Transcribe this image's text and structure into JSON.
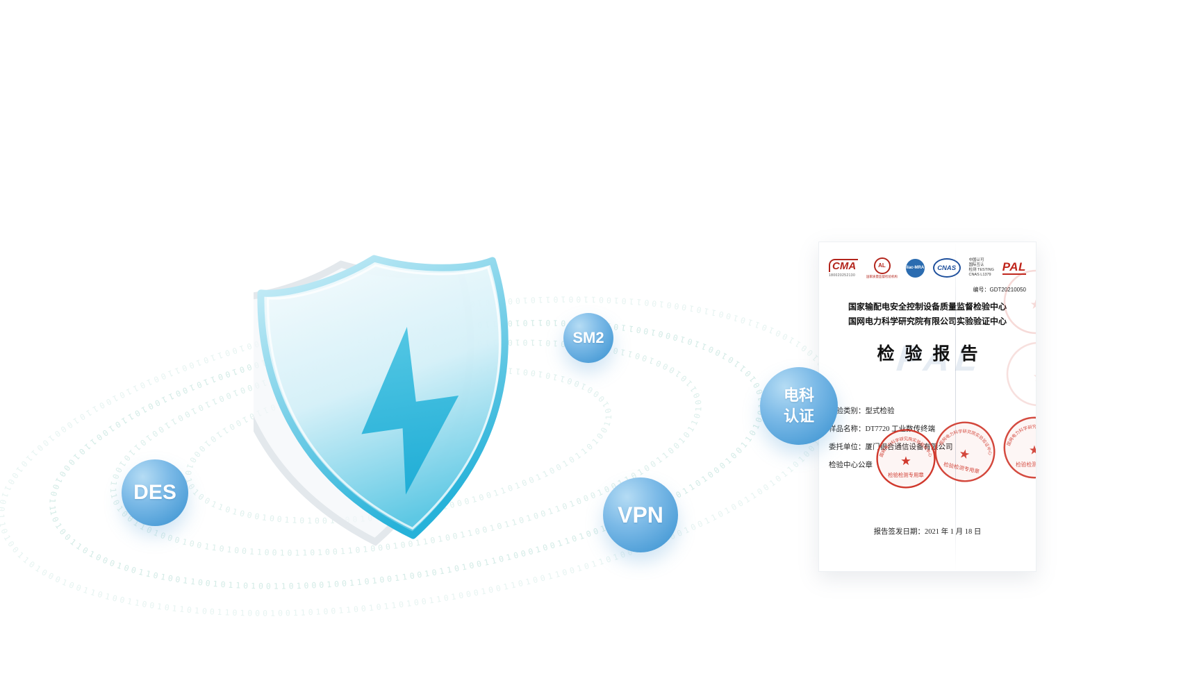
{
  "illustration": {
    "binary_pattern": "1010011010001001101001100101",
    "badges": {
      "sm2": "SM2",
      "des": "DES",
      "vpn": "VPN",
      "dianke_line1": "电科",
      "dianke_line2": "认证"
    },
    "colors": {
      "shield": "#38bcdf",
      "orbit_text": "#cfe9e4",
      "badge_light": "#b5dcf4",
      "badge_dark": "#4391cd"
    }
  },
  "certificate": {
    "logos": {
      "cma_label": "CMA",
      "cma_number": "180020252130",
      "cal_label": "AL",
      "cal_caption": "国家质量监督检验机构",
      "ilac_label": "ilac-MRA",
      "cnas_label": "CNAS",
      "accreditation_lines": [
        "中国认可",
        "国际互认",
        "检测 TESTING",
        "CNAS L1379"
      ],
      "pal_label": "PAL"
    },
    "report_no": "编号：GDT20210050",
    "org_line1": "国家输配电安全控制设备质量监督检验中心",
    "org_line2": "国网电力科学研究院有限公司实验验证中心",
    "title": "检验报告",
    "watermark": "PAL",
    "fields": {
      "category": "检验类别：型式检验",
      "sample": "样品名称：DT7720 工业数传终端",
      "client": "委托单位：厦门银合通信设备有限公司",
      "seal_note": "检验中心公章"
    },
    "stamp": {
      "ring_text": "国网电力科学研究院实验验证中心",
      "center_text": "检验检测专用章"
    },
    "issue_date": "报告签发日期：2021 年 1 月 18 日"
  }
}
